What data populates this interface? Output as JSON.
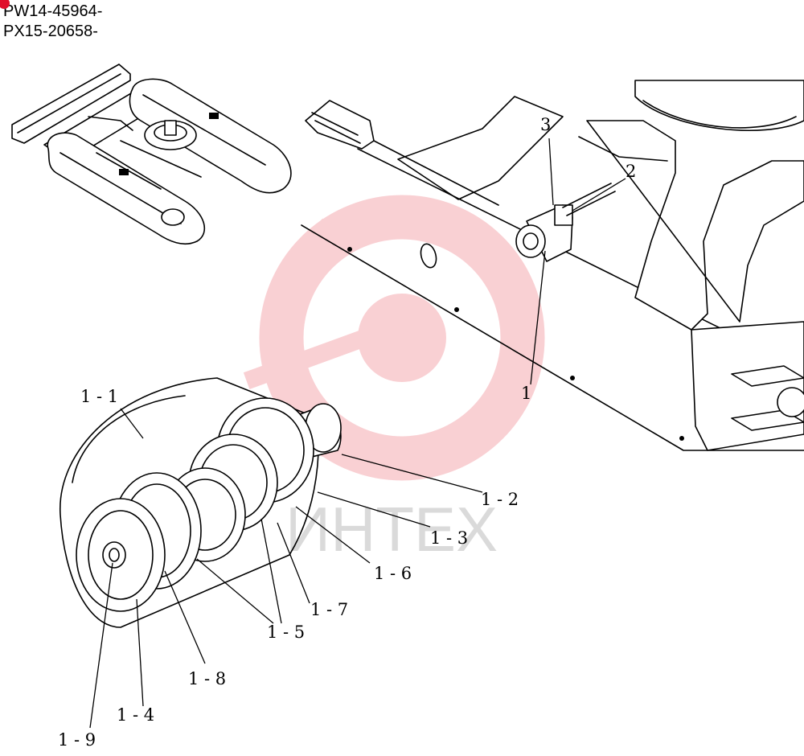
{
  "header": {
    "serial_1": "PW14-45964-",
    "serial_2": "PX15-20658-"
  },
  "watermark": {
    "text": "ИНТЕХ",
    "color": "#f07a84"
  },
  "callouts": {
    "c1": "1",
    "c2": "2",
    "c3": "3",
    "c1_1": "1 - 1",
    "c1_2": "1 - 2",
    "c1_3": "1 - 3",
    "c1_4": "1 - 4",
    "c1_5": "1 - 5",
    "c1_6": "1 - 6",
    "c1_7": "1 - 7",
    "c1_8": "1 - 8",
    "c1_9": "1 - 9"
  }
}
